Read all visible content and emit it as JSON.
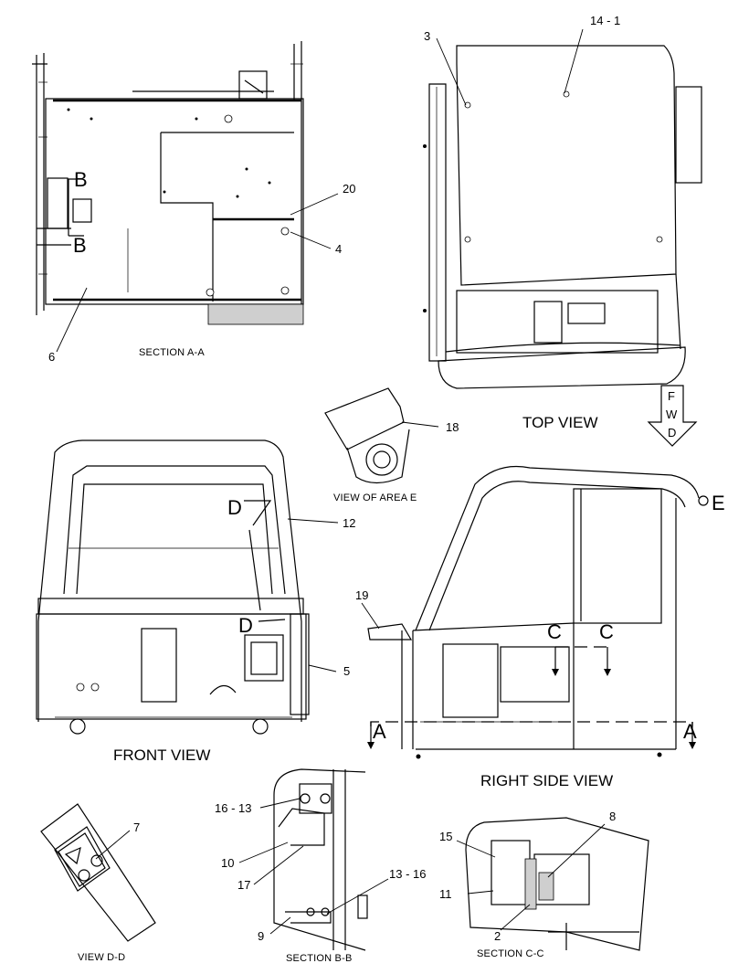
{
  "views": {
    "section_aa": "SECTION A-A",
    "top_view": "TOP VIEW",
    "view_area_e": "VIEW OF AREA E",
    "front_view": "FRONT VIEW",
    "right_side_view": "RIGHT SIDE VIEW",
    "view_dd": "VIEW D-D",
    "section_bb": "SECTION B-B",
    "section_cc": "SECTION C-C"
  },
  "callouts": {
    "c3": "3",
    "c14_1": "14 - 1",
    "c20": "20",
    "c4": "4",
    "c6": "6",
    "c18": "18",
    "c12": "12",
    "c5": "5",
    "c19": "19",
    "c7": "7",
    "c16_13": "16 - 13",
    "c10": "10",
    "c17": "17",
    "c13_16": "13 - 16",
    "c9": "9",
    "c8": "8",
    "c15": "15",
    "c11": "11",
    "c2": "2"
  },
  "markers": {
    "b1": "B",
    "b2": "B",
    "d1": "D",
    "d2": "D",
    "c1": "C",
    "c2": "C",
    "a1": "A",
    "a2": "A",
    "e": "E"
  },
  "fwd_arrow": {
    "f": "F",
    "w": "W",
    "d": "D"
  }
}
